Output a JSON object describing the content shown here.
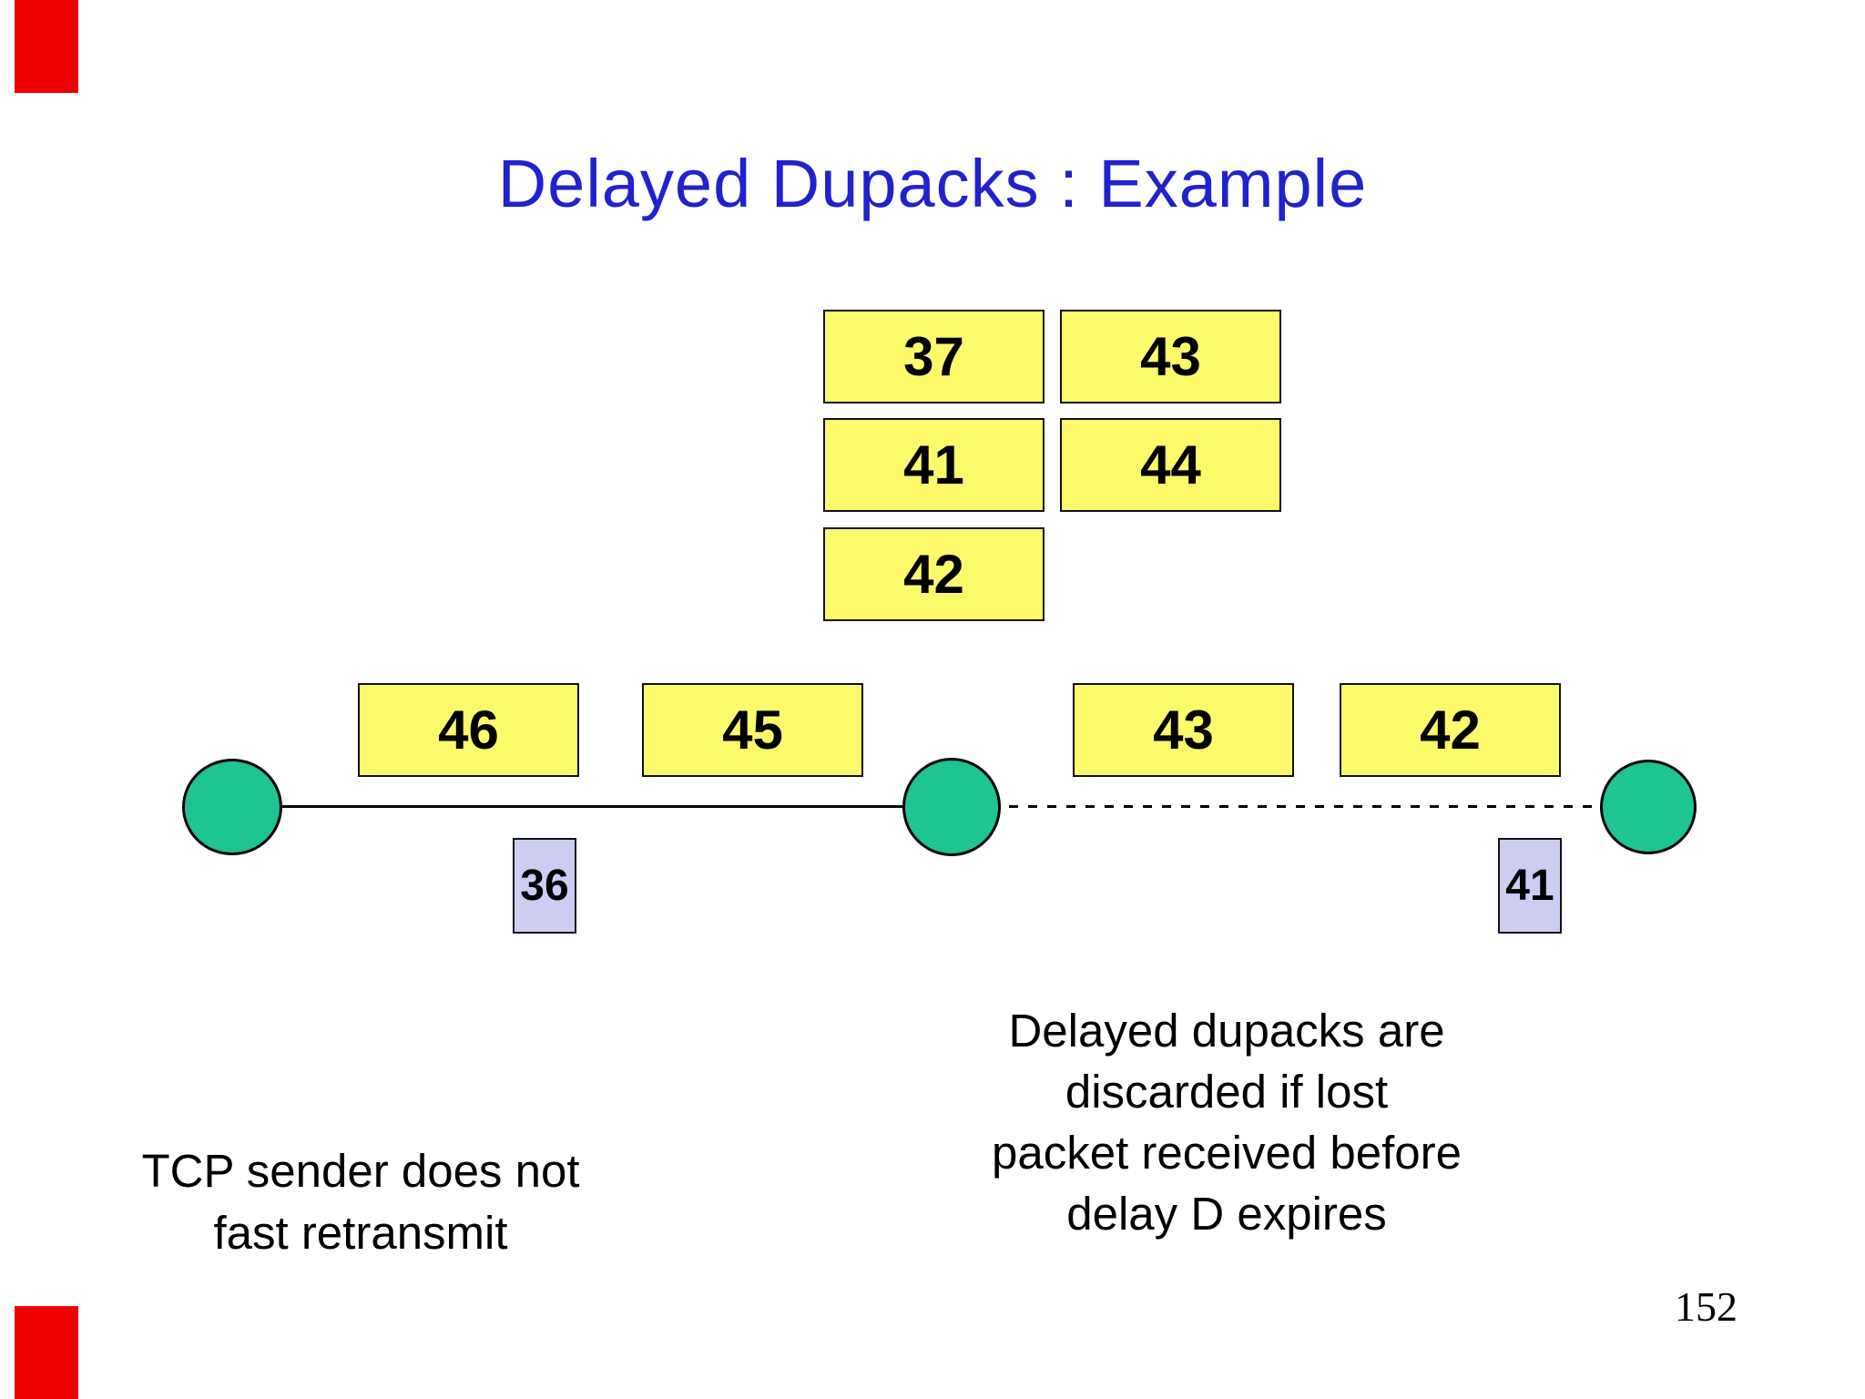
{
  "slide": {
    "title": "Delayed Dupacks : Example",
    "page_number": "152"
  },
  "colors": {
    "title_blue": "#2121CE",
    "packet_yellow": "#FAFA6B",
    "node_green": "#1EC491",
    "ack_lavender": "#CDCDF2",
    "marker_red": "#EE0000"
  },
  "ack_cluster": {
    "boxes": [
      {
        "label": "37"
      },
      {
        "label": "43"
      },
      {
        "label": "41"
      },
      {
        "label": "44"
      },
      {
        "label": "42"
      }
    ]
  },
  "timeline": {
    "inflight_left": [
      {
        "label": "46"
      },
      {
        "label": "45"
      }
    ],
    "inflight_right": [
      {
        "label": "43"
      },
      {
        "label": "42"
      }
    ],
    "acks": [
      {
        "label": "36"
      },
      {
        "label": "41"
      }
    ]
  },
  "captions": {
    "left_line1": "TCP sender does not",
    "left_line2": "fast retransmit",
    "right_line1": "Delayed dupacks are",
    "right_line2": "discarded if lost",
    "right_line3": "packet received before",
    "right_line4": "delay D expires"
  }
}
